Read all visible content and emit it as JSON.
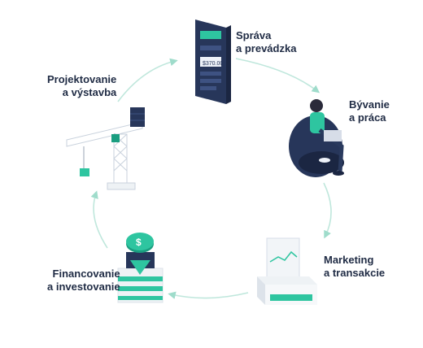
{
  "colors": {
    "navy": "#27365a",
    "teal": "#2ec5a0",
    "teal_dark": "#1a9e80",
    "cycle_line": "#bfe7dc",
    "label_text": "#1f2b44"
  },
  "stages": [
    {
      "line1": "Správa",
      "line2": "a prevádzka",
      "icon": "building-panel-icon",
      "price": "$370.00"
    },
    {
      "line1": "Bývanie",
      "line2": "a práca",
      "icon": "person-on-beanbag-icon"
    },
    {
      "line1": "Marketing",
      "line2": "a transakcie",
      "icon": "analytics-kiosk-icon"
    },
    {
      "line1": "Financovanie",
      "line2": "a investovanie",
      "icon": "dollar-coin-stack-icon",
      "symbol": "$"
    },
    {
      "line1": "Projektovanie",
      "line2": "a výstavba",
      "icon": "construction-crane-icon"
    }
  ]
}
